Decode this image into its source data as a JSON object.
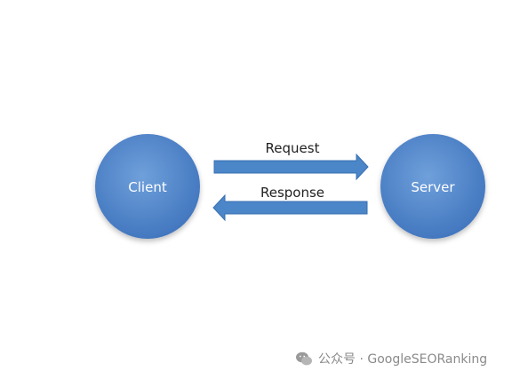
{
  "diagram": {
    "nodes": [
      {
        "id": "client",
        "label": "Client"
      },
      {
        "id": "server",
        "label": "Server"
      }
    ],
    "edges": [
      {
        "from": "client",
        "to": "server",
        "label": "Request"
      },
      {
        "from": "server",
        "to": "client",
        "label": "Response"
      }
    ],
    "colors": {
      "node_fill": "#5b8fd1",
      "node_fill_dark": "#3f74bd",
      "arrow_fill": "#4a86c8",
      "arrow_stroke": "#3a6fb0"
    }
  },
  "watermark": {
    "text": "公众号 · GoogleSEORanking",
    "icon": "wechat-icon"
  }
}
